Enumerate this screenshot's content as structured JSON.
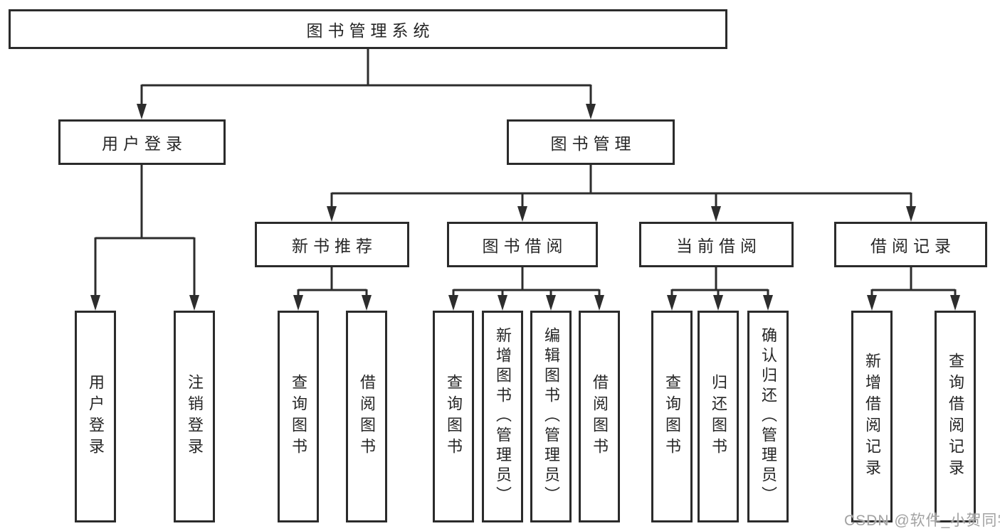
{
  "diagram": {
    "root": "图书管理系统",
    "level2": {
      "user_login": "用户登录",
      "book_management": "图书管理"
    },
    "level3": {
      "new_book_recommend": "新书推荐",
      "book_borrow": "图书借阅",
      "current_borrow": "当前借阅",
      "borrow_records": "借阅记录"
    },
    "leaves": {
      "login": [
        "用户登录",
        "注销登录"
      ],
      "newbook": [
        "查询图书",
        "借阅图书"
      ],
      "borrow": [
        "查询图书",
        "新增图书（管理员）",
        "编辑图书（管理员）",
        "借阅图书"
      ],
      "current": [
        "查询图书",
        "归还图书",
        "确认归还（管理员）"
      ],
      "records": [
        "新增借阅记录",
        "查询借阅记录"
      ]
    }
  },
  "watermark": "CSDN @软件_小贺同学",
  "colors": {
    "line": "#2d2d2d",
    "text": "#262626",
    "watermark": "#a2a2a2",
    "background": "#ffffff"
  }
}
